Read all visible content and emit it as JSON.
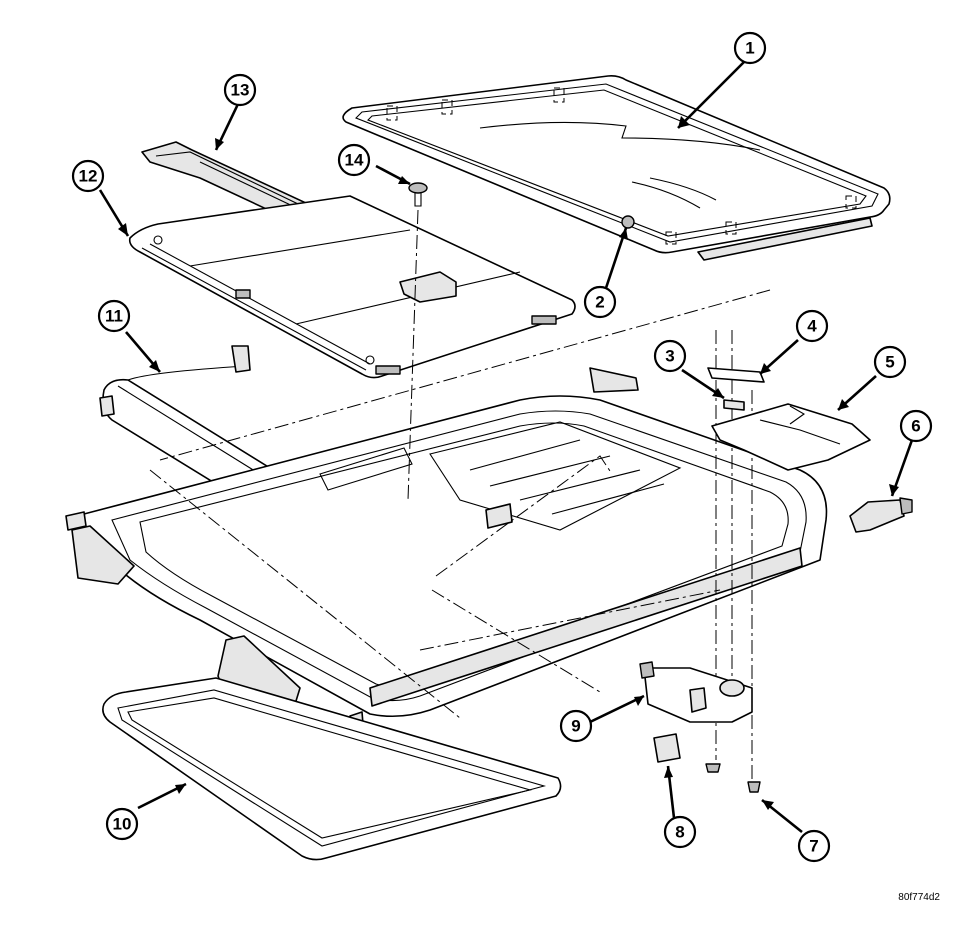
{
  "figure_code": "80f774d2",
  "callouts": [
    {
      "label": "1"
    },
    {
      "label": "2"
    },
    {
      "label": "3"
    },
    {
      "label": "4"
    },
    {
      "label": "5"
    },
    {
      "label": "6"
    },
    {
      "label": "7"
    },
    {
      "label": "8"
    },
    {
      "label": "9"
    },
    {
      "label": "10"
    },
    {
      "label": "11"
    },
    {
      "label": "12"
    },
    {
      "label": "13"
    },
    {
      "label": "14"
    }
  ],
  "colors": {
    "line": "#000000",
    "background": "#ffffff",
    "shade": "#e6e6e6"
  }
}
